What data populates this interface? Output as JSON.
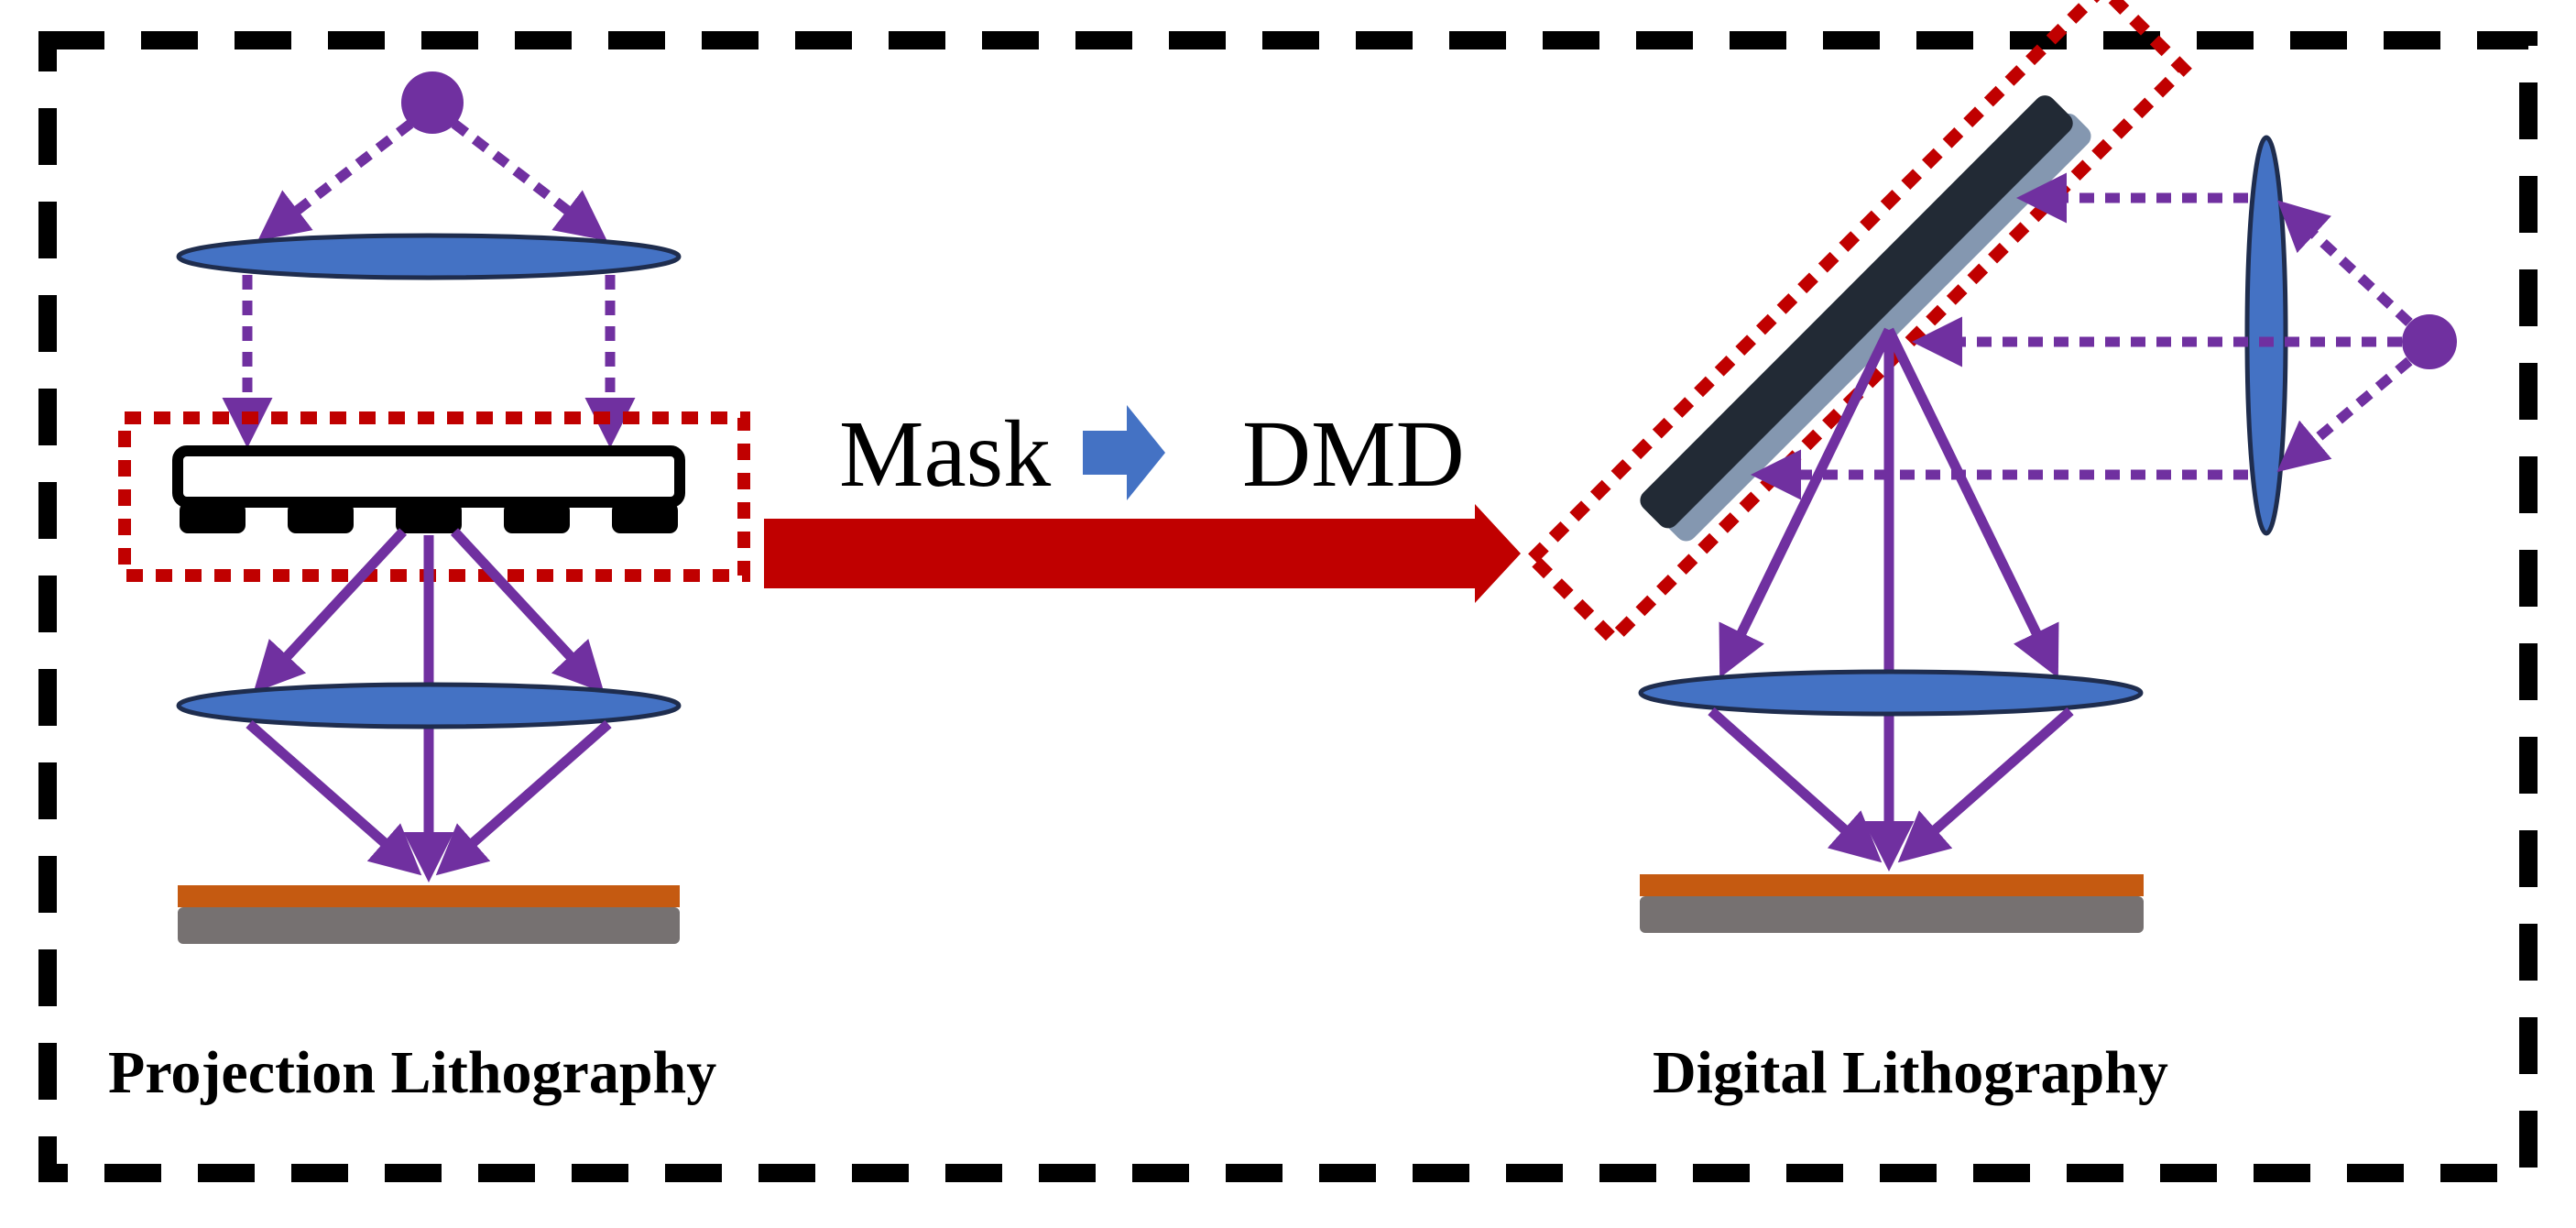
{
  "labels": {
    "mask": "Mask",
    "dmd": "DMD",
    "left_caption": "Projection Lithography",
    "right_caption": "Digital Lithography"
  },
  "colors": {
    "ray": "#7030A0",
    "lens_fill": "#4472C4",
    "lens_stroke": "#1F2D4E",
    "highlight_box": "#C00000",
    "big_arrow": "#C00000",
    "small_arrow": "#4472C4",
    "photoresist": "#C55A11",
    "substrate": "#767171",
    "dmd_body": "#222A35",
    "dmd_back": "#8497B0",
    "border": "#000000"
  },
  "icons": {
    "transform_arrow": "block-arrow-right",
    "small_arrow": "block-arrow-right",
    "light_source": "filled-circle"
  }
}
